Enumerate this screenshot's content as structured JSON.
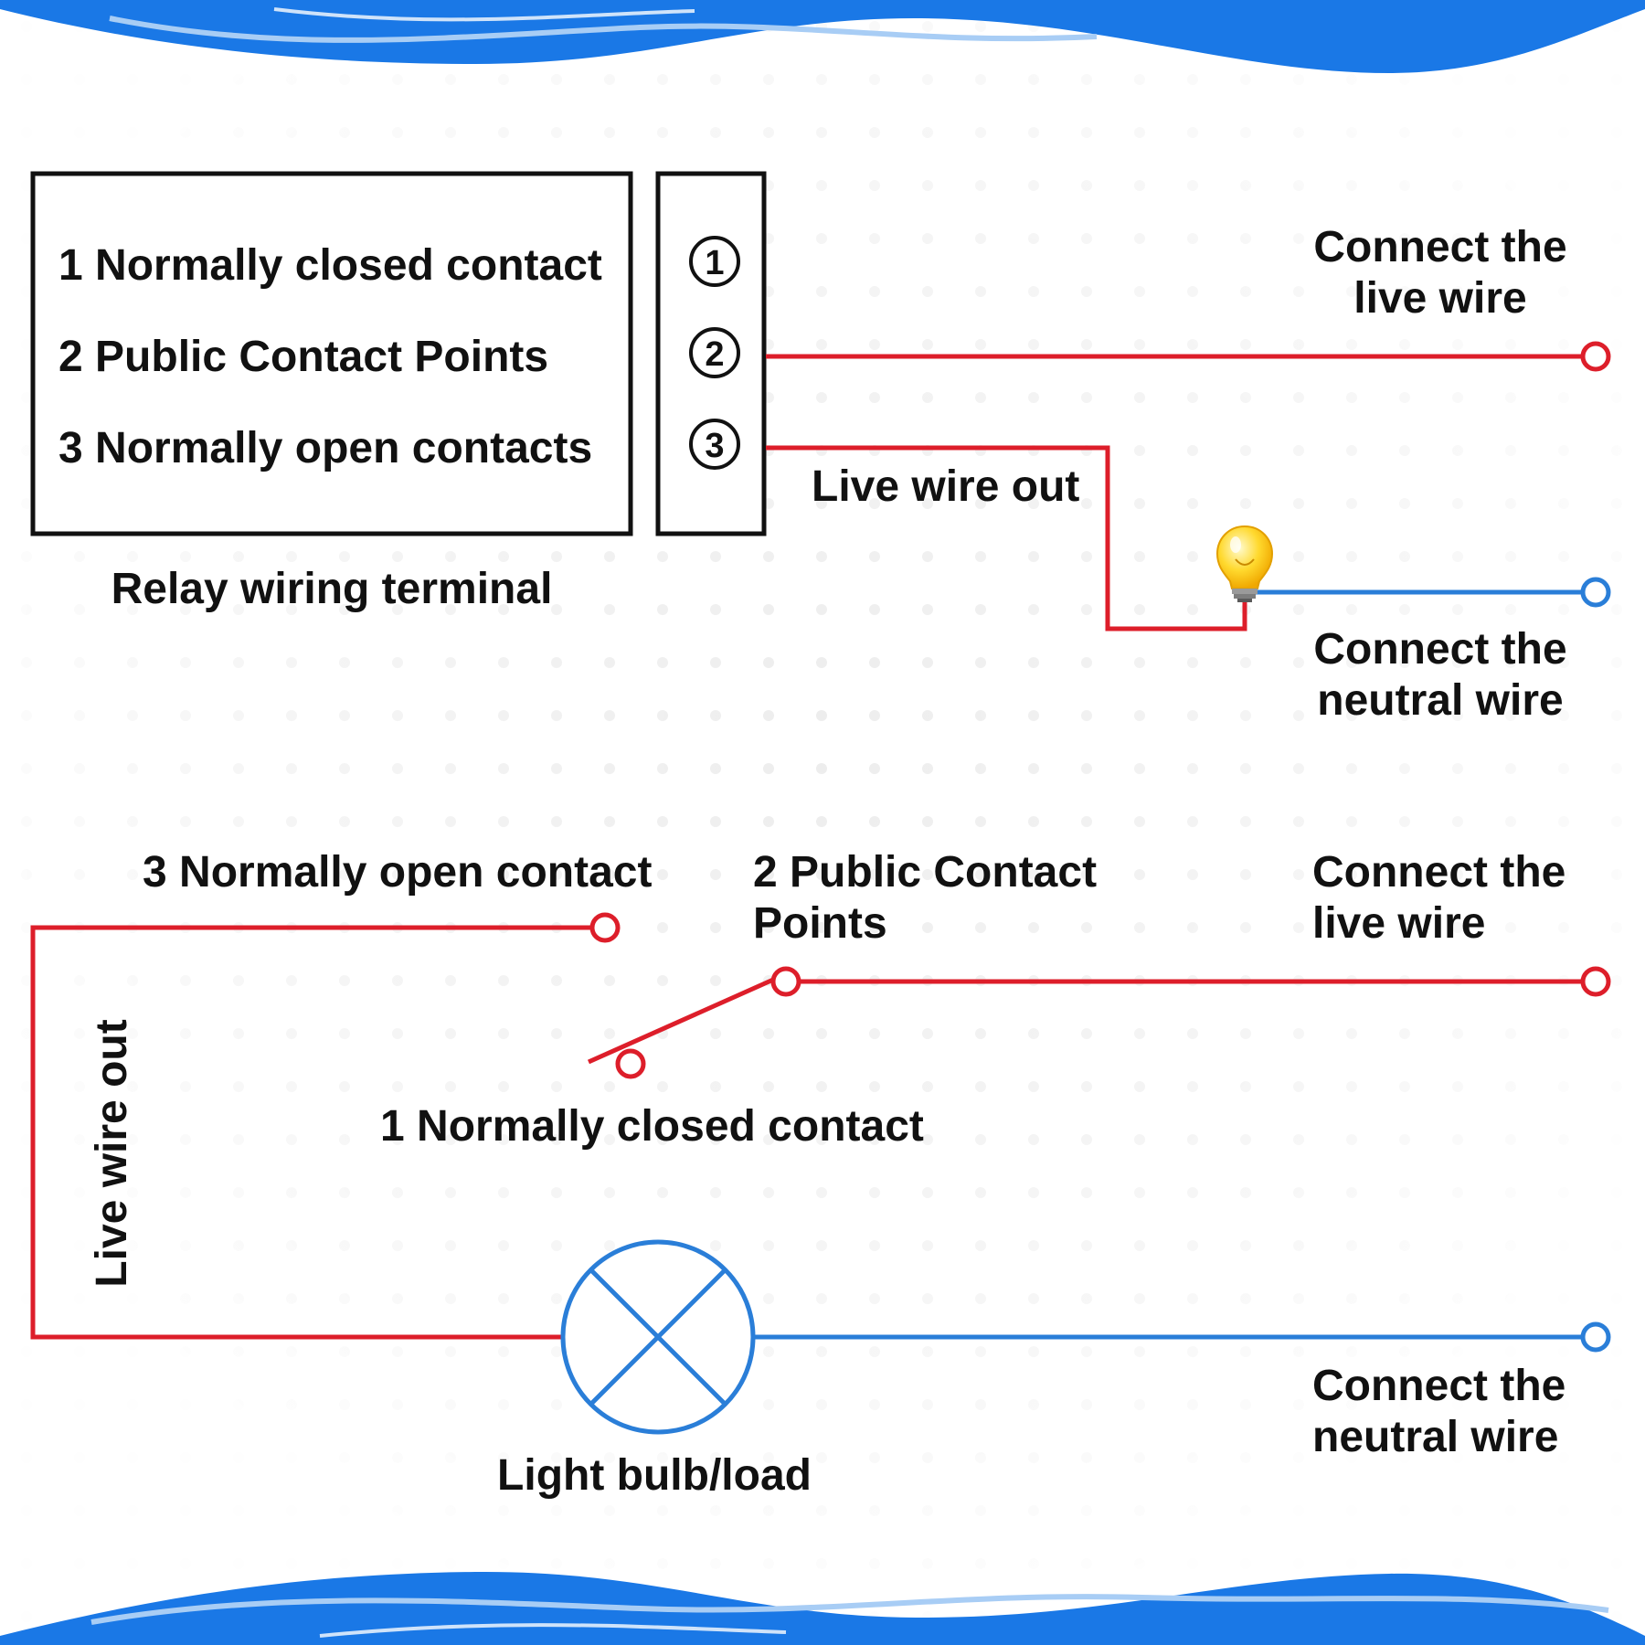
{
  "terminal": {
    "lines": [
      "1 Normally closed contact",
      "2 Public Contact Points",
      "3 Normally open contacts"
    ],
    "pins": [
      "1",
      "2",
      "3"
    ],
    "caption": "Relay wiring terminal"
  },
  "top_labels": {
    "live_connect": [
      "Connect the",
      "live wire"
    ],
    "live_out": "Live wire out",
    "neutral_connect": [
      "Connect the",
      "neutral wire"
    ]
  },
  "bottom_labels": {
    "normally_open": "3 Normally open contact",
    "public_contact": [
      "2 Public Contact",
      "Points"
    ],
    "live_connect": [
      "Connect the",
      "live wire"
    ],
    "normally_closed": "1 Normally closed contact",
    "live_out_vertical": "Live wire out",
    "load": "Light bulb/load",
    "neutral_connect": [
      "Connect the",
      "neutral wire"
    ]
  },
  "icons": [
    "light-bulb-icon",
    "lamp-load-symbol"
  ],
  "colors": {
    "live": "#dd1e2a",
    "neutral": "#2a7ed8",
    "wave": "#1a78e6",
    "wave_light": "#a8cdf5",
    "ink": "#111111",
    "dots": "#ececec"
  }
}
